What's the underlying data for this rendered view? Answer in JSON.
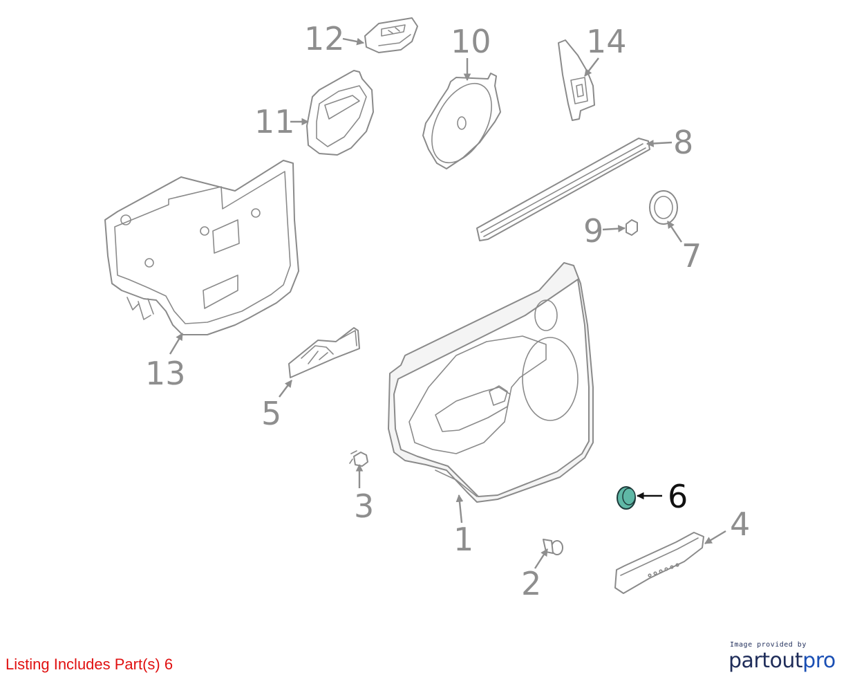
{
  "diagram": {
    "highlight_color": "#5fb8a6",
    "callout_color": "#8e8e8e",
    "highlight_text_color": "#111111",
    "highlighted_part": "6",
    "callouts": [
      {
        "id": "1",
        "label": "1"
      },
      {
        "id": "2",
        "label": "2"
      },
      {
        "id": "3",
        "label": "3"
      },
      {
        "id": "4",
        "label": "4"
      },
      {
        "id": "5",
        "label": "5"
      },
      {
        "id": "6",
        "label": "6"
      },
      {
        "id": "7",
        "label": "7"
      },
      {
        "id": "8",
        "label": "8"
      },
      {
        "id": "9",
        "label": "9"
      },
      {
        "id": "10",
        "label": "10"
      },
      {
        "id": "11",
        "label": "11"
      },
      {
        "id": "12",
        "label": "12"
      },
      {
        "id": "13",
        "label": "13"
      },
      {
        "id": "14",
        "label": "14"
      }
    ]
  },
  "footer": {
    "listing_note": "Listing Includes Part(s) 6",
    "listing_note_color": "#e01010",
    "brand_caption": "Image provided by",
    "brand_name_a": "partout",
    "brand_name_b": "pro"
  }
}
